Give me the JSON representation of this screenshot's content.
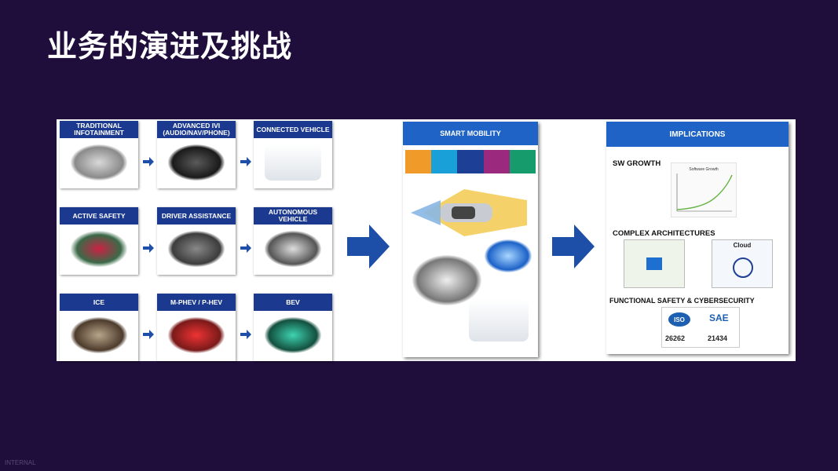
{
  "page_title": "业务的演进及挑战",
  "footer_label": "INTERNAL",
  "grid": [
    {
      "label": "TRADITIONAL INFOTAINMENT"
    },
    {
      "label": "ADVANCED IVI (AUDIO/NAV/PHONE)"
    },
    {
      "label": "CONNECTED VEHICLE"
    },
    {
      "label": "ACTIVE SAFETY"
    },
    {
      "label": "DRIVER ASSISTANCE"
    },
    {
      "label": "AUTONOMOUS VEHICLE"
    },
    {
      "label": "ICE"
    },
    {
      "label": "M-PHEV / P-HEV"
    },
    {
      "label": "BEV"
    }
  ],
  "smart_mobility": {
    "label": "SMART MOBILITY",
    "tile_colors": [
      "#f09a2a",
      "#1aa0d8",
      "#1d3f95",
      "#9b2a7e",
      "#169b6d"
    ]
  },
  "implications": {
    "label": "IMPLICATIONS",
    "sections": [
      "SW GROWTH",
      "COMPLEX ARCHITECTURES",
      "FUNCTIONAL SAFETY & CYBERSECURITY"
    ],
    "chart_caption": "Software Growth",
    "cloud_label": "Cloud",
    "iso_logo": "ISO",
    "sae_logo": "SAE",
    "iso_number": "26262",
    "sae_number": "21434"
  }
}
